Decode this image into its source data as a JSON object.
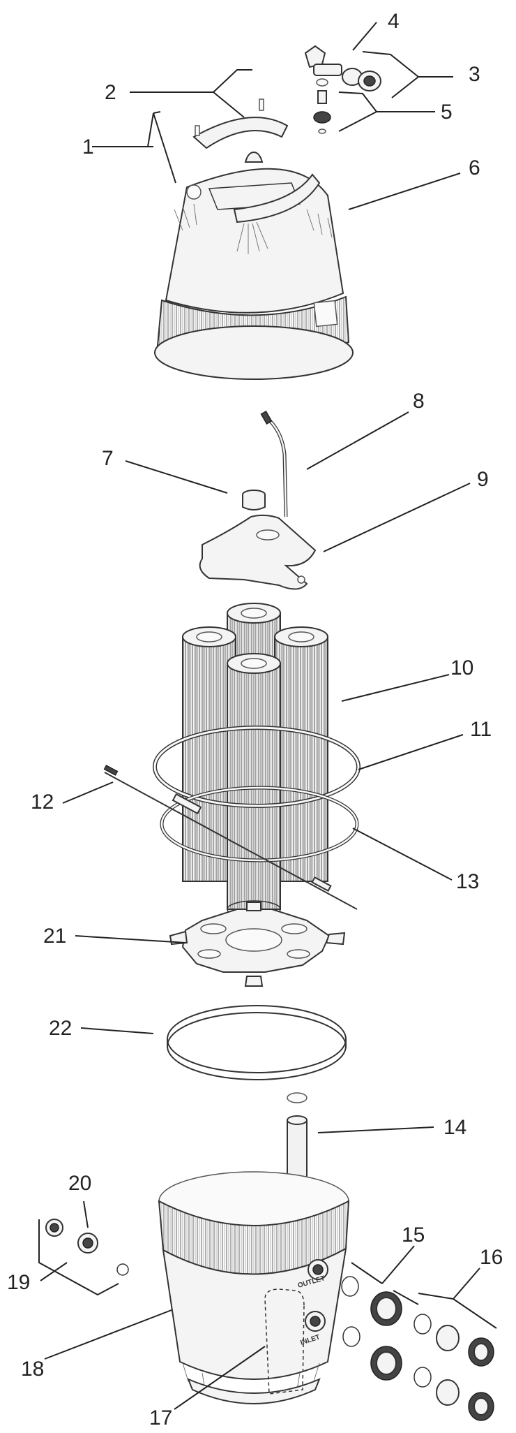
{
  "diagram": {
    "callouts": [
      "1",
      "2",
      "3",
      "4",
      "5",
      "6",
      "7",
      "8",
      "9",
      "10",
      "11",
      "12",
      "13",
      "14",
      "15",
      "16",
      "17",
      "18",
      "19",
      "20",
      "21",
      "22"
    ],
    "body_labels": {
      "outlet": "OUTLET",
      "inlet": "INLET"
    }
  }
}
